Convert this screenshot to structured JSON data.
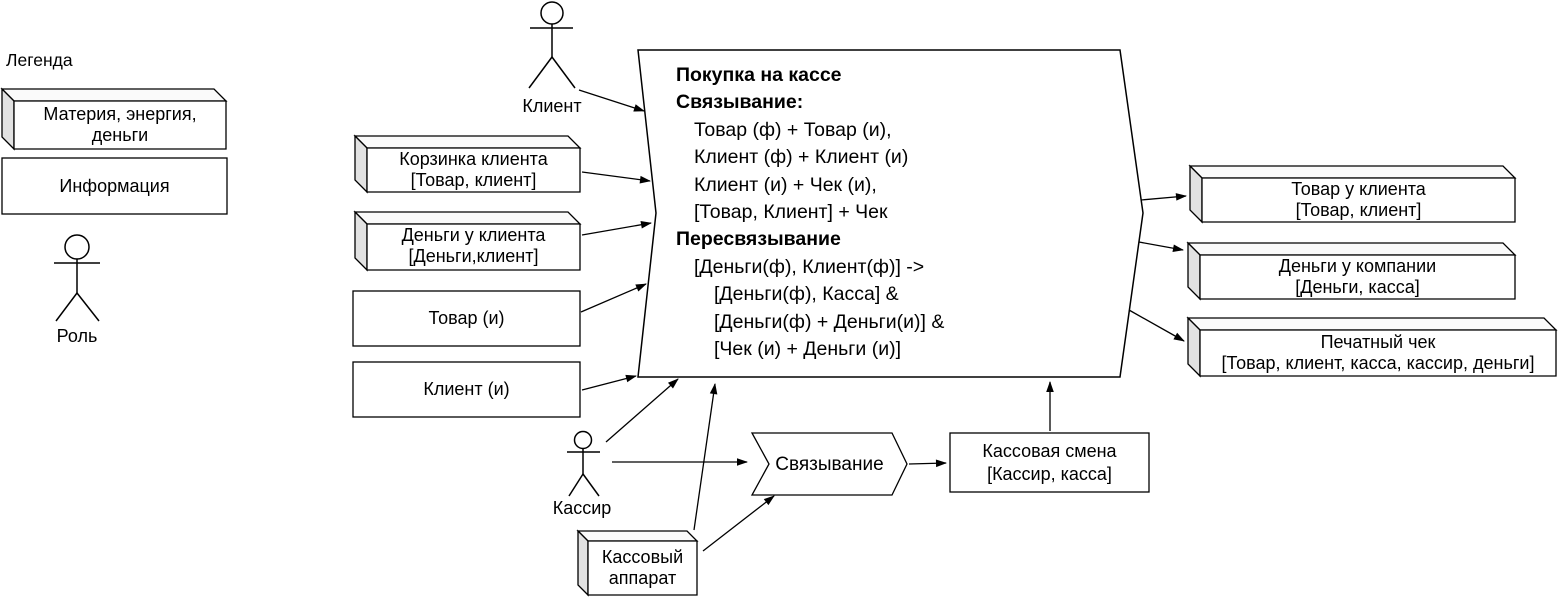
{
  "legend": {
    "title": "Легенда",
    "matter_box": {
      "line1": "Материя, энергия,",
      "line2": "деньги"
    },
    "info_box": {
      "label": "Информация"
    },
    "role_actor": {
      "label": "Роль"
    }
  },
  "actors": {
    "client": "Клиент",
    "cashier": "Кассир"
  },
  "inputs": {
    "basket": {
      "line1": "Корзинка клиента",
      "line2": "[Товар, клиент]"
    },
    "client_money": {
      "line1": "Деньги у клиента",
      "line2": "[Деньги,клиент]"
    },
    "goods_info": "Товар (и)",
    "client_info": "Клиент (и)",
    "cash_register": {
      "line1": "Кассовый",
      "line2": "аппарат"
    }
  },
  "center_block": {
    "lines": [
      {
        "text": "Покупка на кассе",
        "bold": true,
        "indent": 0
      },
      {
        "text": "Связывание:",
        "bold": true,
        "indent": 0
      },
      {
        "text": "Товар (ф) + Товар (и),",
        "bold": false,
        "indent": 1
      },
      {
        "text": "Клиент (ф) + Клиент (и)",
        "bold": false,
        "indent": 1
      },
      {
        "text": "Клиент (и) + Чек (и),",
        "bold": false,
        "indent": 1
      },
      {
        "text": "[Товар, Клиент] + Чек",
        "bold": false,
        "indent": 1
      },
      {
        "text": "Пересвязывание",
        "bold": true,
        "indent": 0
      },
      {
        "text": "[Деньги(ф), Клиент(ф)] ->",
        "bold": false,
        "indent": 1
      },
      {
        "text": "[Деньги(ф), Касса] &",
        "bold": false,
        "indent": 2
      },
      {
        "text": "[Деньги(ф) + Деньги(и)] &",
        "bold": false,
        "indent": 2
      },
      {
        "text": "[Чек (и) + Деньги (и)]",
        "bold": false,
        "indent": 2
      }
    ]
  },
  "process": {
    "binding_chevron": "Связывание",
    "shift_box": {
      "line1": "Кассовая смена",
      "line2": "[Кассир, касса]"
    }
  },
  "outputs": {
    "client_goods": {
      "line1": "Товар у клиента",
      "line2": "[Товар, клиент]"
    },
    "company_money": {
      "line1": "Деньги у компании",
      "line2": "[Деньги, касса]"
    },
    "receipt": {
      "line1": "Печатный чек",
      "line2": "[Товар, клиент, касса, кассир, деньги]"
    }
  },
  "colors": {
    "stroke": "#000000",
    "fill": "#ffffff",
    "cube_top": "#fafafa",
    "cube_side": "#e2e2e2"
  }
}
